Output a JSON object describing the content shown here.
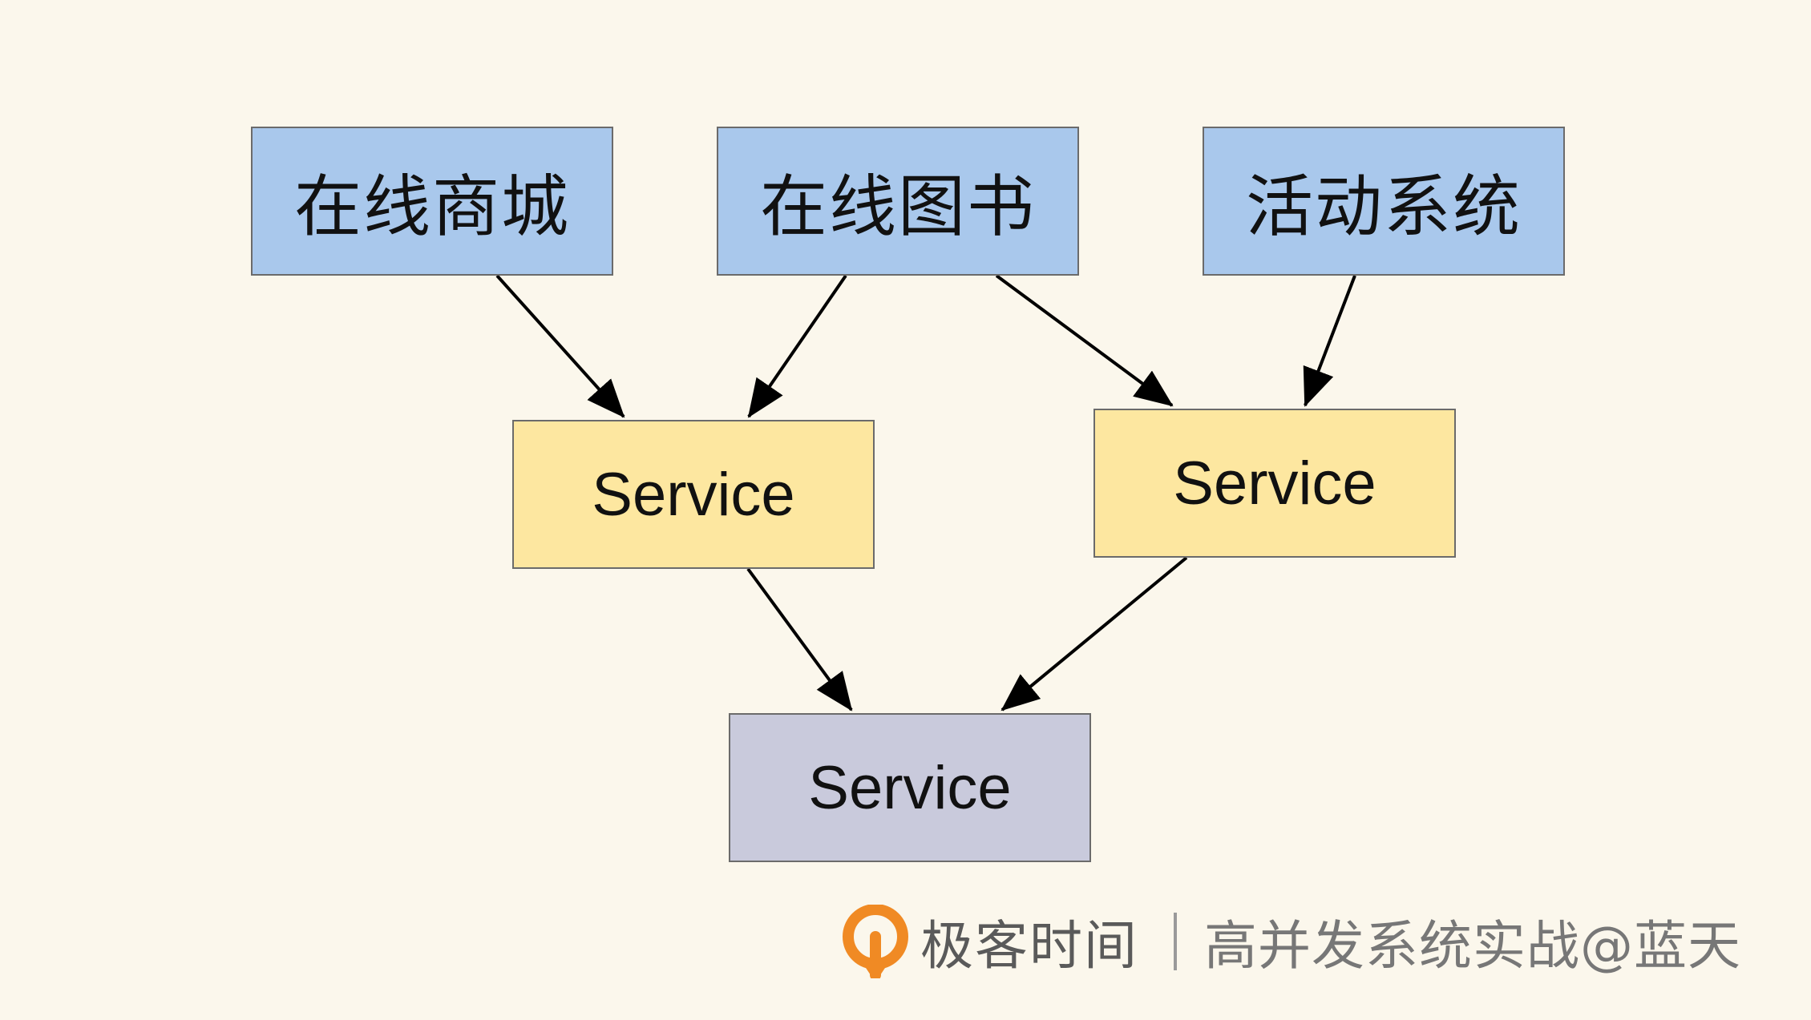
{
  "nodes": {
    "mall": "在线商城",
    "books": "在线图书",
    "events": "活动系统",
    "service_left": "Service",
    "service_right": "Service",
    "service_base": "Service"
  },
  "edges": [
    {
      "from": "mall",
      "to": "service_left"
    },
    {
      "from": "books",
      "to": "service_left"
    },
    {
      "from": "books",
      "to": "service_right"
    },
    {
      "from": "events",
      "to": "service_right"
    },
    {
      "from": "service_left",
      "to": "service_base"
    },
    {
      "from": "service_right",
      "to": "service_base"
    }
  ],
  "colors": {
    "background": "#fbf7ec",
    "top_node": "#a9c8ec",
    "middle_node": "#fde7a0",
    "bottom_node": "#c9cadc",
    "logo_orange": "#f08a24"
  },
  "footer": {
    "brand": "极客时间",
    "course": "高并发系统实战@蓝天"
  }
}
